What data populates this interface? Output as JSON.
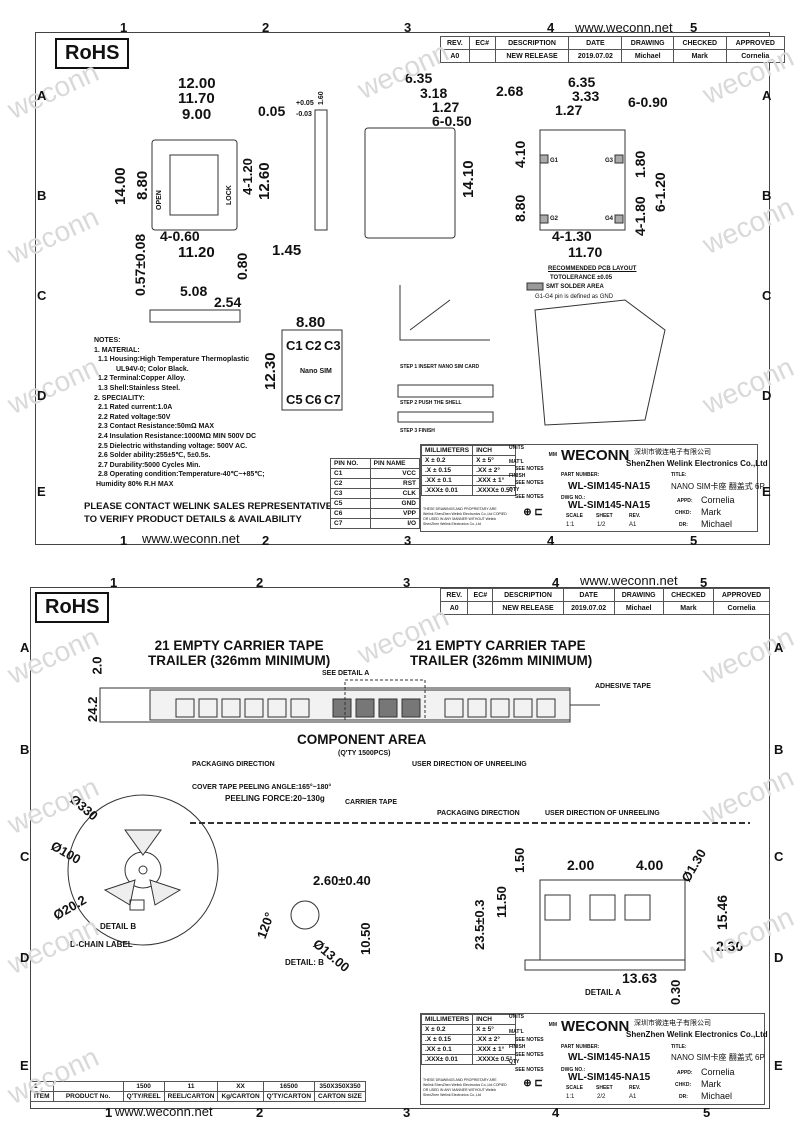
{
  "common": {
    "rohs": "RoHS",
    "url": "www.weconn.net",
    "watermark": "weconn",
    "grid_letters": [
      "A",
      "B",
      "C",
      "D",
      "E"
    ],
    "grid_numbers": [
      "1",
      "2",
      "3",
      "4",
      "5"
    ]
  },
  "revision": {
    "headers": [
      "REV.",
      "EC#",
      "DESCRIPTION",
      "DATE",
      "DRAWING",
      "CHECKED",
      "APPROVED"
    ],
    "row": [
      "A0",
      "",
      "NEW RELEASE",
      "2019.07.02",
      "Michael",
      "Mark",
      "Cornelia"
    ]
  },
  "sheet1": {
    "dims": [
      "12.00",
      "11.70",
      "9.00",
      "0.05",
      "+0.05",
      "-0.03",
      "4-1.20",
      "12.60",
      "14.00",
      "8.80",
      "4-0.60",
      "11.20",
      "1.45",
      "0.57±0.08",
      "0.80",
      "5.08",
      "2.54",
      "6.35",
      "3.18",
      "1.27",
      "6-0.50",
      "14.10",
      "2.68",
      "6.35",
      "3.33",
      "1.27",
      "6-0.90",
      "4.10",
      "1.80",
      "8.80",
      "4-1.80",
      "6-1.20",
      "4-1.30",
      "11.70",
      "8.80",
      "12.30",
      "1.60"
    ],
    "contact_labels": [
      "C1",
      "C2",
      "C3",
      "C5",
      "C6",
      "C7"
    ],
    "part_labels": {
      "open": "OPEN",
      "lock": "LOCK",
      "sim_name": "Nano SIM",
      "g1": "G1",
      "g2": "G2",
      "g3": "G3",
      "g4": "G4"
    },
    "pcb": {
      "title": "RECOMMENDED PCB LAYOUT",
      "tolerance": "TOTOLERANCE ±0.05",
      "smt": "SMT SOLDER AREA",
      "note": "G1-G4 pin is defined as GND"
    },
    "steps": [
      "STEP 1 INSERT NANO SIM CARD",
      "STEP 2 PUSH THE SHELL",
      "STEP 3 FINISH"
    ],
    "notes": [
      "NOTES:",
      "1. MATERIAL:",
      "1.1 Housing:High Temperature Thermoplastic",
      "UL94V-0; Color Black.",
      "1.2 Terminal:Copper Alloy.",
      "1.3 Shell:Stainless Steel.",
      "2. SPECIALITY:",
      "2.1 Rated current:1.0A",
      "2.2 Rated voltage:50V",
      "2.3 Contact Resistance:50mΩ MAX",
      "2.4 Insulation Resistance:1000MΩ MIN 500V DC",
      "2.5 Dielectric withstanding voltage: 500V AC.",
      "2.6 Solder ability:255±5℃, 5±0.5s.",
      "2.7 Durability:5000 Cycles Min.",
      "2.8 Operating condition:Temperature-40℃~+85℃;",
      "Humidity 80% R.H MAX"
    ],
    "warning": [
      "PLEASE CONTACT WELINK SALES REPRESENTATIVE",
      "TO VERIFY PRODUCT DETAILS & AVAILABILITY"
    ],
    "pin_table": {
      "headers": [
        "PIN NO.",
        "PIN NAME"
      ],
      "rows": [
        [
          "C1",
          "VCC"
        ],
        [
          "C2",
          "RST"
        ],
        [
          "C3",
          "CLK"
        ],
        [
          "C5",
          "GND"
        ],
        [
          "C6",
          "VPP"
        ],
        [
          "C7",
          "I/O"
        ]
      ]
    },
    "sheet_no": "1/2"
  },
  "sheet2": {
    "trailer_left": [
      "21 EMPTY CARRIER TAPE",
      "TRAILER (326mm MINIMUM)"
    ],
    "trailer_right": [
      "21 EMPTY CARRIER TAPE",
      "TRAILER (326mm MINIMUM)"
    ],
    "see_detail_a": "SEE DETAIL A",
    "adhesive_tape": "ADHESIVE TAPE",
    "component_area": "COMPONENT AREA",
    "qty": "(Q'TY 1500PCS)",
    "packaging_direction": "PACKAGING DIRECTION",
    "user_direction": "USER DIRECTION OF UNREELING",
    "peel_angle": "COVER TAPE PEELING ANGLE:165°~180°",
    "peel_force": "PEELING FORCE:20~130g",
    "carrier_tape": "CARRIER TAPE",
    "packaging_direction2": "PACKAGING DIRECTION",
    "user_direction2": "USER DIRECTION OF UNREELING",
    "detail_b": "DETAIL B",
    "d_chain": "D-CHAIN LABEL",
    "detail_b2": "DETAIL: B",
    "detail_a": "DETAIL A",
    "dims": [
      "2.0",
      "24.2",
      "Ø330",
      "Ø100",
      "Ø20.2",
      "2.60±0.40",
      "120°",
      "Ø13.00",
      "10.50",
      "1.50",
      "2.00",
      "4.00",
      "Ø1.30",
      "23.5±0.3",
      "11.50",
      "15.46",
      "2.30",
      "13.63",
      "0.30"
    ],
    "item_table": {
      "values": [
        "1",
        "",
        "1500",
        "11",
        "XX",
        "16500",
        "350X350X350"
      ],
      "headers": [
        "ITEM",
        "PRODUCT No.",
        "Q'TY/REEL",
        "REEL/CARTON",
        "Kg/CARTON",
        "Q'TY/CARTON",
        "CARTON SIZE"
      ]
    },
    "sheet_no": "2/2"
  },
  "title_block": {
    "tolerances": [
      [
        "MILLIMETERS",
        "INCH"
      ],
      [
        "X ± 0.2",
        "X ± 5°"
      ],
      [
        ".X ± 0.15",
        ".XX ± 2°"
      ],
      [
        ".XX ± 0.1",
        ".XXX ± 1°"
      ],
      [
        ".XXX± 0.01",
        ".XXXX± 0.5°"
      ]
    ],
    "copyright": "THESE DRAWINGS AND PROPRIETARY ARE Welink ShenZhen Welink Electronics Co.,Ltd COPIED OR USED IN ANY MANNER WITHOUT Welink ShenZhen Welink Electronics Co.,Ltd",
    "units_label": "UNITS",
    "units": "MM",
    "matl_label": "MAT'L",
    "matl": "SEE NOTES",
    "finish_label": "FINISH",
    "finish": "SEE NOTES",
    "qty_label": "QTY",
    "qty": "SEE NOTES",
    "company_logo": "WECONN",
    "company_cn": "深圳市微连电子有限公司",
    "company_en": "ShenZhen Welink Electronics Co.,Ltd",
    "part_number_label": "PART NUMBER:",
    "part_number": "WL-SIM145-NA15",
    "title_label": "TITLE:",
    "title": "NANO SIM卡座 翻盖式 6P",
    "dwg_label": "DWG NO.:",
    "dwg": "WL-SIM145-NA15",
    "scale_label": "SCALE",
    "scale": "1:1",
    "sheet_label": "SHEET",
    "rev_label": "REV.",
    "rev": "A1",
    "appd_label": "APPD:",
    "appd": "Cornelia",
    "chkd_label": "CHKD:",
    "chkd": "Mark",
    "dr_label": "DR:",
    "dr": "Michael"
  }
}
